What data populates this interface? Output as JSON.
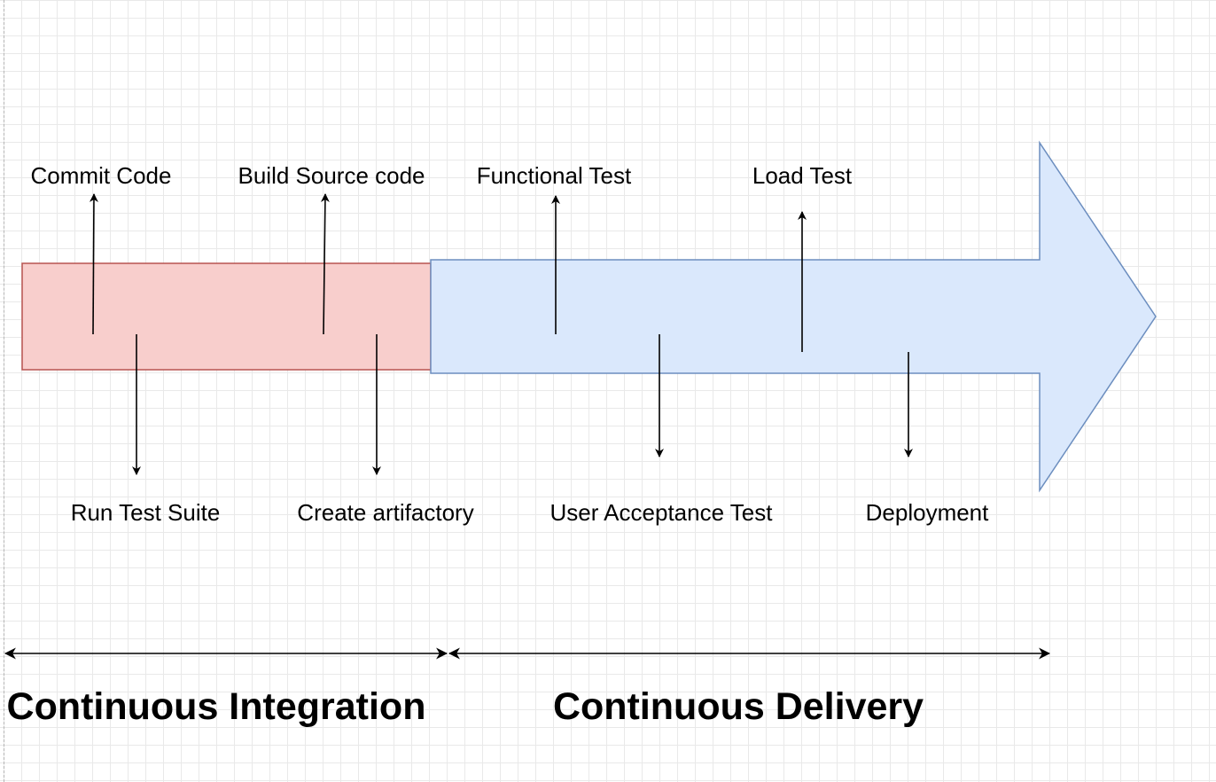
{
  "colors": {
    "ci_fill": "#f8cecc",
    "ci_stroke": "#b85450",
    "cd_fill": "#dae8fc",
    "cd_stroke": "#6c8ebf",
    "connector": "#000000"
  },
  "steps_above": [
    {
      "id": "commit-code",
      "label": "Commit Code"
    },
    {
      "id": "build-source-code",
      "label": "Build Source code"
    },
    {
      "id": "functional-test",
      "label": "Functional Test"
    },
    {
      "id": "load-test",
      "label": "Load Test"
    }
  ],
  "steps_below": [
    {
      "id": "run-test-suite",
      "label": "Run Test Suite"
    },
    {
      "id": "create-artifactory",
      "label": "Create artifactory"
    },
    {
      "id": "user-acceptance-test",
      "label": "User Acceptance Test"
    },
    {
      "id": "deployment",
      "label": "Deployment"
    }
  ],
  "phases": {
    "ci": {
      "label": "Continuous Integration"
    },
    "cd": {
      "label": "Continuous Delivery"
    }
  }
}
